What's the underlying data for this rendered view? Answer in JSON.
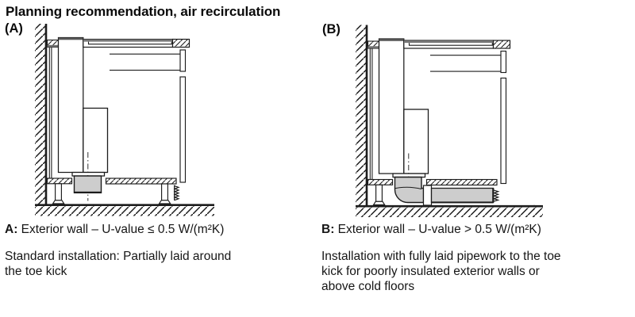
{
  "title": "Planning recommendation, air recirculation",
  "diagrams": {
    "a": {
      "label": "(A)"
    },
    "b": {
      "label": "(B)"
    }
  },
  "captions": {
    "a": {
      "prefix": "A:",
      "heading": " Exterior wall – U-value ≤ 0.5 W/(m²K)",
      "body": [
        "Standard installation: Partially laid around",
        "the toe kick"
      ]
    },
    "b": {
      "prefix": "B:",
      "heading": " Exterior wall – U-value > 0.5 W/(m²K)",
      "body": [
        "Installation with fully laid pipework to the toe",
        "kick for poorly insulated exterior walls or",
        "above cold floors"
      ]
    }
  },
  "colors": {
    "line": "#1c1c1c",
    "duct_fill": "#cdcdcd",
    "countertop_band": "#787878",
    "tower_band": "#5a5a5a"
  }
}
